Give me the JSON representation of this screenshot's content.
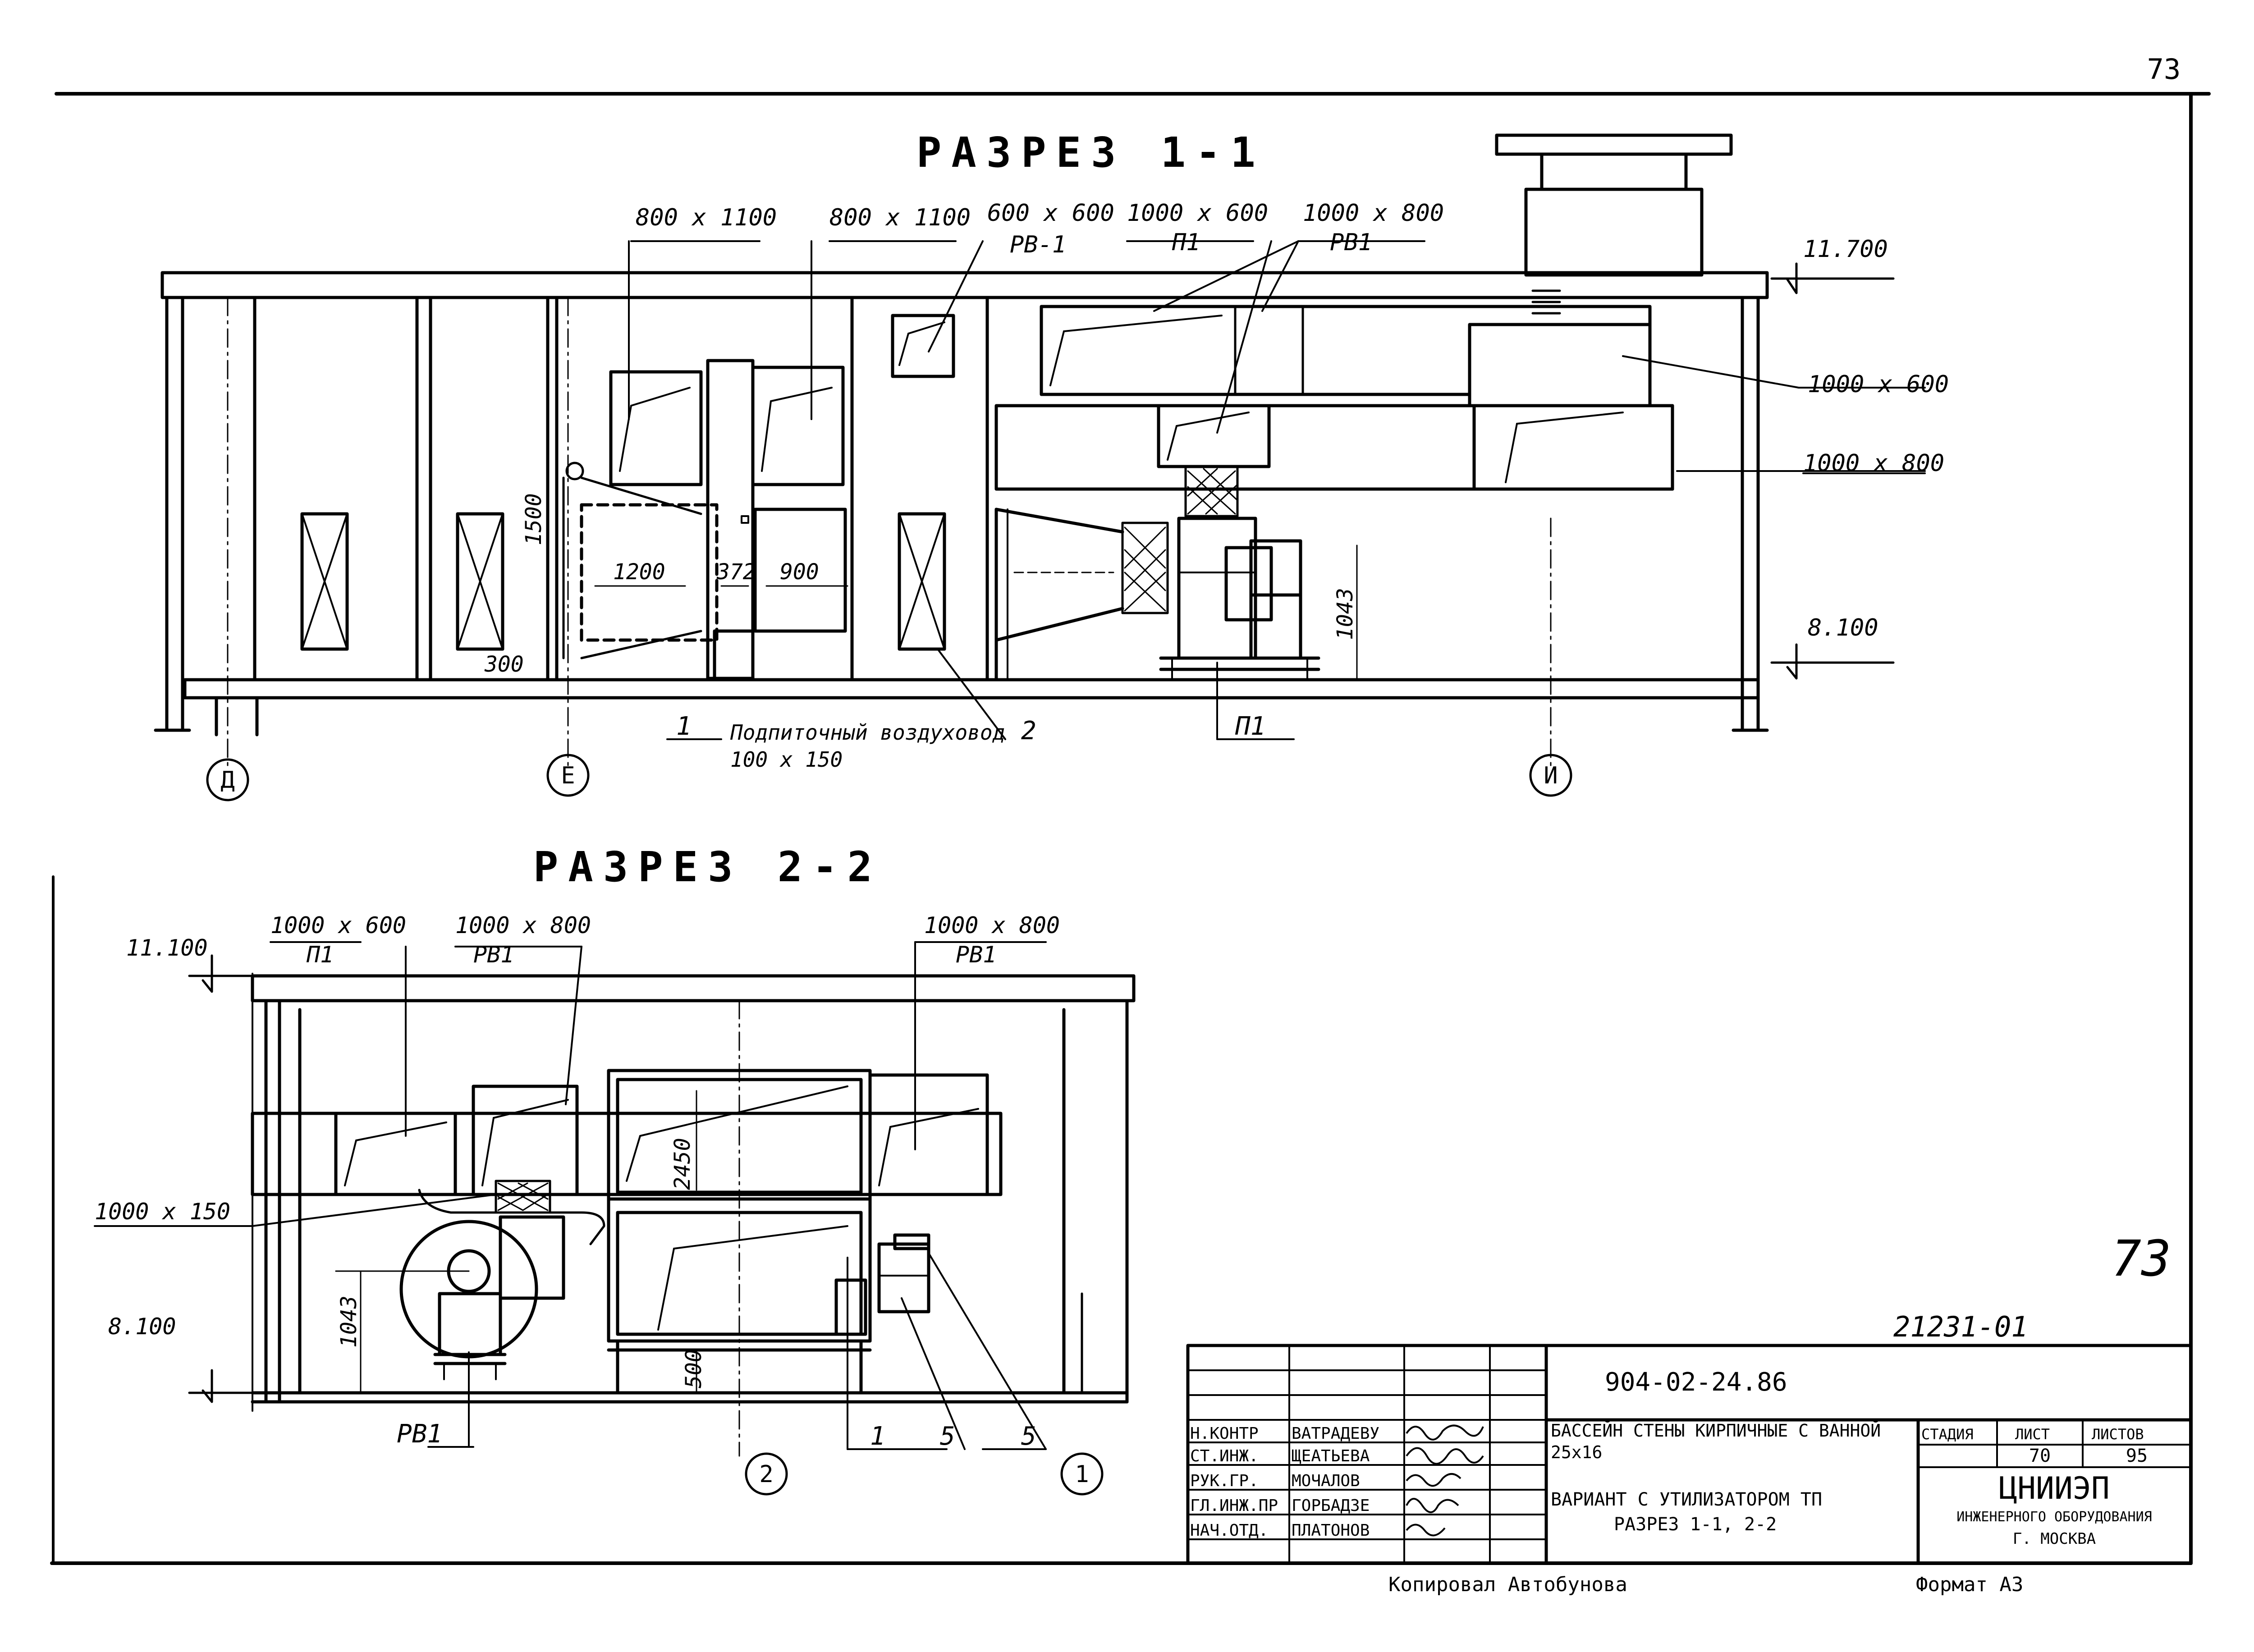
{
  "sheet": {
    "page_number_top": "73",
    "page_number_handwritten": "73"
  },
  "section_1": {
    "title": "РАЗРЕЗ 1-1",
    "duct_labels": [
      "800 х 1100",
      "800 х 1100",
      "600 х 600",
      "РВ-1",
      "1000 х 600",
      "П1",
      "1000 х 800",
      "РВ1",
      "1000 х 600",
      "1000 х 800"
    ],
    "levels": [
      "11.700",
      "8.100"
    ],
    "dims": [
      "1500",
      "1200",
      "372",
      "900",
      "300",
      "1043"
    ],
    "callouts": [
      "1",
      "2",
      "П1"
    ],
    "note": "Подпиточный воздуховод 100 х 150",
    "axes": [
      "Д",
      "Е",
      "И"
    ]
  },
  "section_2": {
    "title": "РАЗРЕЗ 2-2",
    "duct_labels": [
      "1000 х 600",
      "П1",
      "1000 х 800",
      "РВ1",
      "1000 х 800",
      "РВ1",
      "1000 х 150"
    ],
    "levels": [
      "11.100",
      "8.100"
    ],
    "dims": [
      "2450",
      "1043",
      "500"
    ],
    "callouts": [
      "РВ1",
      "1",
      "5",
      "5"
    ],
    "axes": [
      "2",
      "1"
    ]
  },
  "title_block": {
    "archive_no": "21231-01",
    "doc_code": "904-02-24.86",
    "roles": [
      "Н.КОНТР",
      "СТ.ИНЖ.",
      "РУК.ГР.",
      "ГЛ.ИНЖ.ПР",
      "НАЧ.ОТД."
    ],
    "names": [
      "ВАТРАДЕВУ",
      "ЩЕАТЬЕВА",
      "МОЧАЛОВ",
      "ГОРБАДЗЕ",
      "ПЛАТОНОВ"
    ],
    "project_title": "БАССЕЙН СТЕНЫ КИРПИЧНЫЕ С ВАННОЙ 25х16",
    "sheet_title_1": "ВАРИАНТ С УТИЛИЗАТОРОМ ТП",
    "sheet_title_2": "РАЗРЕЗ 1-1, 2-2",
    "stage_label": "СТАДИЯ",
    "sheet_label": "ЛИСТ",
    "sheets_label": "ЛИСТОВ",
    "sheet_no": "70",
    "sheets_total": "95",
    "org_name": "ЦНИИЭП",
    "org_sub": "ИНЖЕНЕРНОГО ОБОРУДОВАНИЯ",
    "org_city": "Г. МОСКВА",
    "copied_by": "Копировал Автобунова",
    "format": "Формат А3"
  }
}
